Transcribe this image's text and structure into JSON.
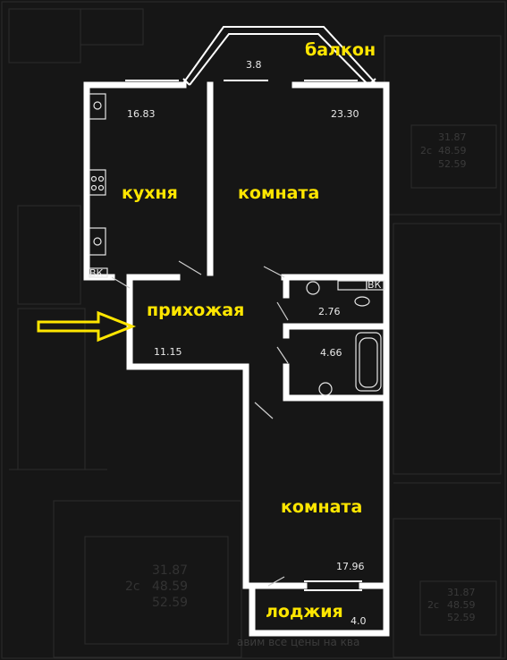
{
  "rooms": {
    "balcony": {
      "label": "балкон",
      "area": "3.8"
    },
    "kitchen": {
      "label": "кухня",
      "area": "16.83"
    },
    "room1": {
      "label": "комната",
      "area": "23.30"
    },
    "hallway": {
      "label": "прихожая",
      "area": "11.15"
    },
    "wc": {
      "area": "2.76"
    },
    "bathroom": {
      "area": "4.66"
    },
    "room2": {
      "label": "комната",
      "area": "17.96"
    },
    "loggia": {
      "label": "лоджия",
      "area": "4.0"
    }
  },
  "fixtures": {
    "ventilation_tag_1": "ВК",
    "ventilation_tag_2": "ВК"
  },
  "background_plan": {
    "unit_areas_a": [
      "31.87",
      "48.59",
      "52.59"
    ],
    "unit_areas_b": [
      "31.87",
      "48.59",
      "52.59"
    ],
    "unit_areas_c": [
      "31.87",
      "48.59",
      "52.59"
    ],
    "unit_type": "2с",
    "watermark": "авим все цены на ква"
  },
  "colors": {
    "background": "#161616",
    "walls": "#ffffff",
    "labels": "#ffe600",
    "entrance_arrow": "#ffe600"
  },
  "icons": {
    "entrance": "arrow-right-icon"
  }
}
